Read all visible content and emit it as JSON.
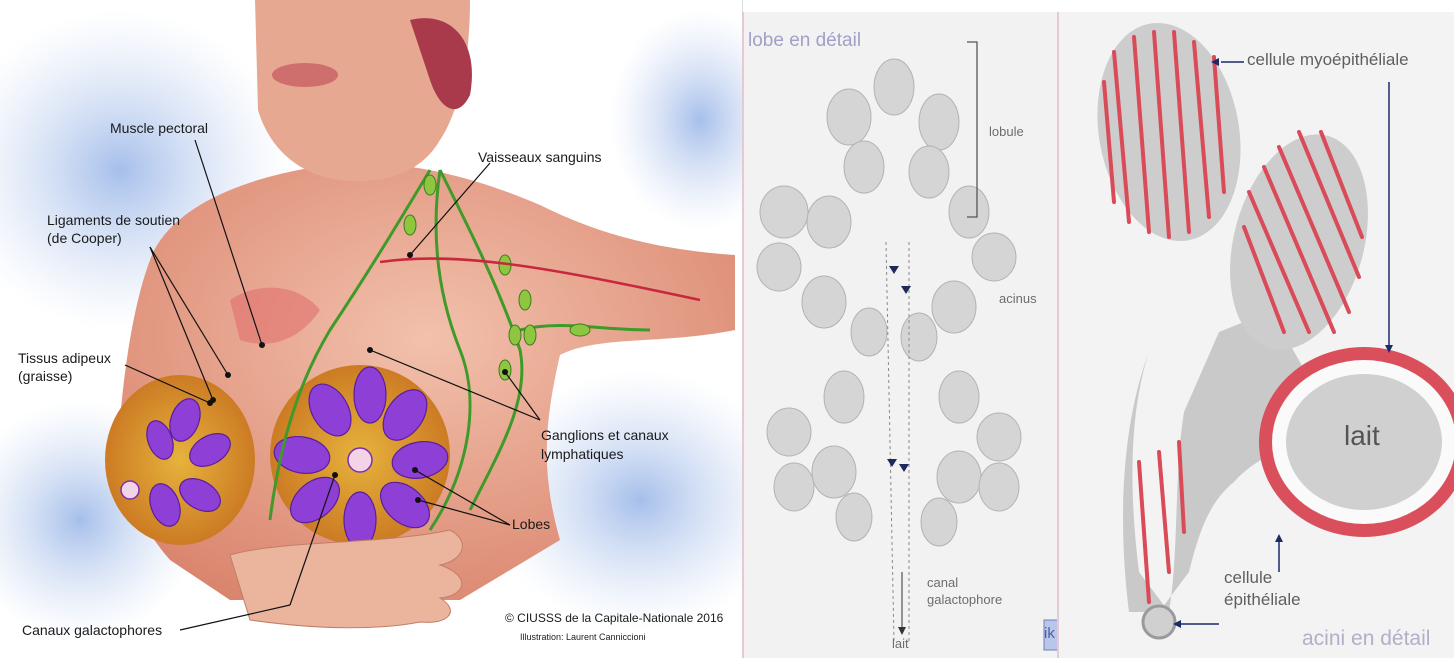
{
  "left_panel": {
    "labels": {
      "muscle": "Muscle pectoral",
      "vaisseaux": "Vaisseaux sanguins",
      "ligaments_1": "Ligaments de soutien",
      "ligaments_2": "(de Cooper)",
      "tissus_1": "Tissus adipeux",
      "tissus_2": "(graisse)",
      "ganglions_1": "Ganglions et canaux",
      "ganglions_2": "lymphatiques",
      "lobes": "Lobes",
      "canaux": "Canaux galactophores"
    },
    "copyright": "© CIUSSS de la Capitale-Nationale 2016",
    "illustration_credit": "Illustration: Laurent Canniccioni"
  },
  "middle_panel": {
    "title": "lobe en détail",
    "labels": {
      "lobule": "lobule",
      "acinus": "acinus",
      "canal_1": "canal",
      "canal_2": "galactophore",
      "lait": "lait"
    },
    "corner_mark": "ik"
  },
  "right_panel": {
    "labels": {
      "myo": "cellule myoépithéliale",
      "lait": "lait",
      "cellule_1": "cellule",
      "cellule_2": "épithéliale",
      "acini": "acini en détail"
    }
  },
  "colors": {
    "skin": "#e8a48c",
    "lobe_purple": "#8a3fd1",
    "fat_yellow": "#e0a928",
    "lymph_green": "#3f9a2a",
    "background_blue": "#8fb0e3",
    "myo_red": "#d9505c",
    "gland_gray": "#c4c4c4"
  }
}
